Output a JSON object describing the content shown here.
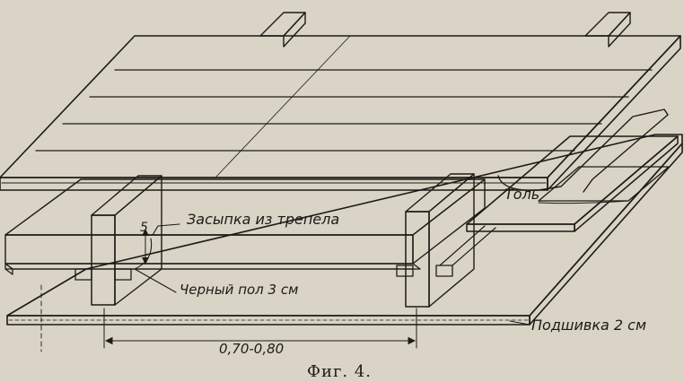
{
  "labels": {
    "fill": "Засыпка из трепела",
    "subfloor": "Черный пол 3 см",
    "roofing_felt": "Толь",
    "ceiling_lining": "Подшивка 2 см",
    "span": "0,70-0,80",
    "fill_thickness": "5"
  },
  "caption": "Фиг. 4.",
  "colors": {
    "paper": "#d9d4c6",
    "ink": "#1d1b17",
    "board": "#ebe7dc",
    "fill": "#cdc8ba"
  }
}
